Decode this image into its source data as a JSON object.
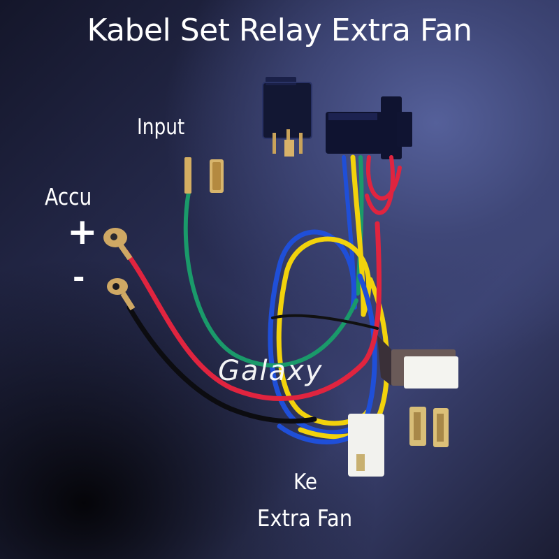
{
  "title": "Kabel Set Relay Extra Fan",
  "labels": {
    "input": "Input",
    "accu": "Accu",
    "plus": "+",
    "minus": "-",
    "watermark": "Galaxy",
    "ke": "Ke",
    "extra_fan": "Extra Fan"
  },
  "colors": {
    "background_dark": "#0a0a12",
    "background_light": "#4a5288",
    "wire_red": "#e0243f",
    "wire_green": "#1a9a6a",
    "wire_blue": "#1f4fd8",
    "wire_yellow": "#f2d20c",
    "wire_black": "#0c0c10",
    "terminal_brass": "#c9a35a",
    "relay_body": "#10142a",
    "connector_white": "#f2f2ee",
    "text": "#ffffff"
  },
  "components": [
    "relay-4pin",
    "relay-socket-with-harness",
    "battery-positive-ring-terminal",
    "battery-negative-ring-terminal",
    "input-spade-terminal",
    "female-spade-terminal",
    "fan-connector-2pin",
    "spare-connector-housing",
    "spare-female-terminals"
  ]
}
